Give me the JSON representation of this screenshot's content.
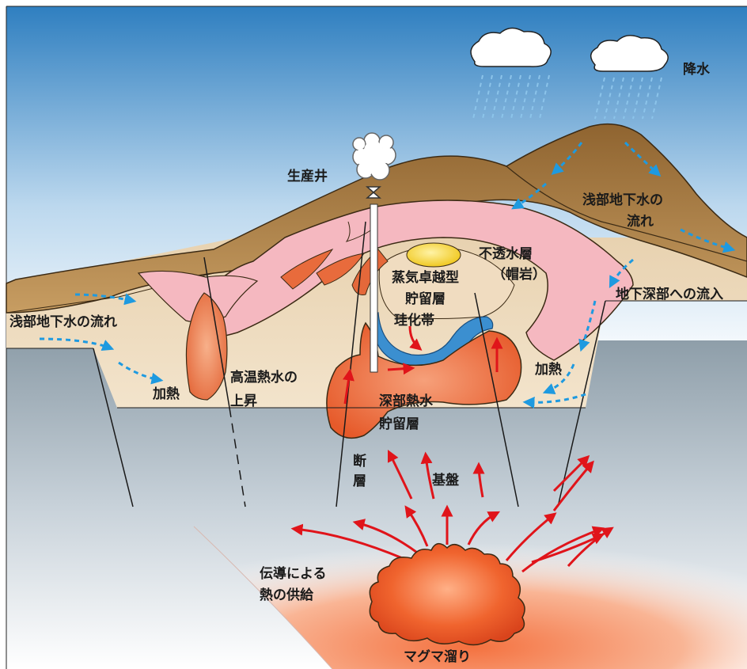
{
  "labels": {
    "precipitation": "降水",
    "production_well": "生産井",
    "shallow_groundwater_flow_right_1": "浅部地下水の",
    "shallow_groundwater_flow_right_2": "流れ",
    "shallow_groundwater_flow_left": "浅部地下水の流れ",
    "impermeable_layer_1": "不透水層",
    "impermeable_layer_2": "（帽岩）",
    "vapor_reservoir_1": "蒸気卓越型",
    "vapor_reservoir_2": "貯留層",
    "silicified_zone": "珪化帯",
    "inflow_to_deep_1": "地下深部への流入",
    "heating_left": "加熱",
    "heating_right": "加熱",
    "hot_water_rise_1": "高温熱水の",
    "hot_water_rise_2": "上昇",
    "deep_reservoir_1": "深部熱水",
    "deep_reservoir_2": "貯留層",
    "fault_1": "断",
    "fault_2": "層",
    "basement": "基盤",
    "conduction_1": "伝導による",
    "conduction_2": "熱の供給",
    "magma_chamber": "マグマ溜り"
  },
  "colors": {
    "sky_top": "#2f7fc0",
    "ground": "#a9793f",
    "caprock": "#f5b8c0",
    "reservoir": "#e86b3c",
    "basement": "#8e9ea9",
    "magma": "#ee5a2a",
    "water_arrow": "#1e9ae0",
    "heat_arrow": "#e0141a",
    "silica_band": "#3b8fd0",
    "steam_zone": "#f6d84a"
  }
}
